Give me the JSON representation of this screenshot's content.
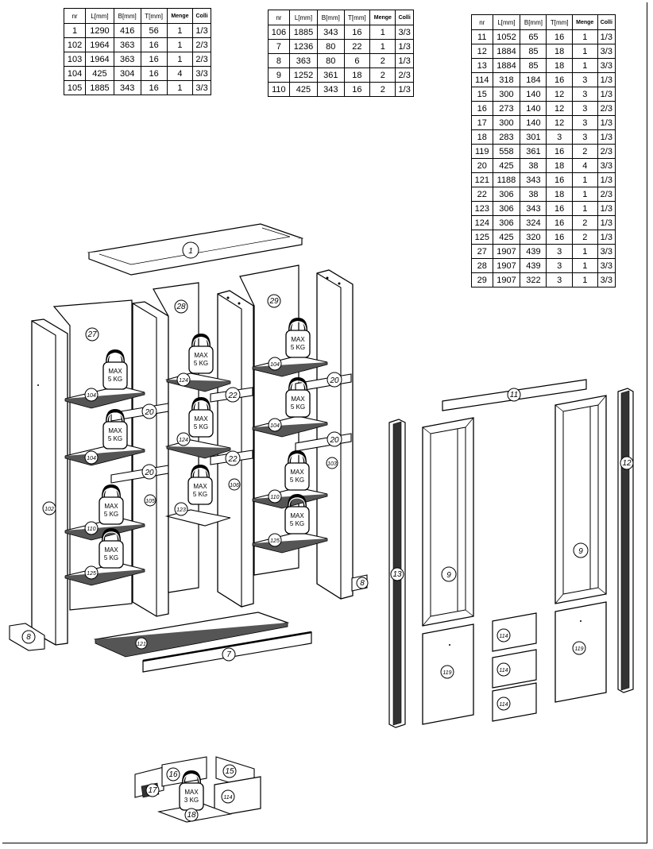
{
  "tables": [
    {
      "id": "table-left",
      "headers": [
        "nr",
        "L[mm]",
        "B[mm]",
        "T[mm]",
        "Menge",
        "Colli"
      ],
      "rows": [
        [
          "1",
          "1290",
          "416",
          "56",
          "1",
          "1/3"
        ],
        [
          "102",
          "1964",
          "363",
          "16",
          "1",
          "2/3"
        ],
        [
          "103",
          "1964",
          "363",
          "16",
          "1",
          "2/3"
        ],
        [
          "104",
          "425",
          "304",
          "16",
          "4",
          "3/3"
        ],
        [
          "105",
          "1885",
          "343",
          "16",
          "1",
          "3/3"
        ]
      ]
    },
    {
      "id": "table-middle",
      "headers": [
        "nr",
        "L[mm]",
        "B[mm]",
        "T[mm]",
        "Menge",
        "Colli"
      ],
      "rows": [
        [
          "106",
          "1885",
          "343",
          "16",
          "1",
          "3/3"
        ],
        [
          "7",
          "1236",
          "80",
          "22",
          "1",
          "1/3"
        ],
        [
          "8",
          "363",
          "80",
          "6",
          "2",
          "1/3"
        ],
        [
          "9",
          "1252",
          "361",
          "18",
          "2",
          "2/3"
        ],
        [
          "110",
          "425",
          "343",
          "16",
          "2",
          "1/3"
        ]
      ]
    },
    {
      "id": "table-right",
      "headers": [
        "nr",
        "L[mm]",
        "B[mm]",
        "T[mm]",
        "Menge",
        "Colli"
      ],
      "rows": [
        [
          "11",
          "1052",
          "65",
          "16",
          "1",
          "1/3"
        ],
        [
          "12",
          "1884",
          "85",
          "18",
          "1",
          "3/3"
        ],
        [
          "13",
          "1884",
          "85",
          "18",
          "1",
          "3/3"
        ],
        [
          "114",
          "318",
          "184",
          "16",
          "3",
          "1/3"
        ],
        [
          "15",
          "300",
          "140",
          "12",
          "3",
          "1/3"
        ],
        [
          "16",
          "273",
          "140",
          "12",
          "3",
          "2/3"
        ],
        [
          "17",
          "300",
          "140",
          "12",
          "3",
          "1/3"
        ],
        [
          "18",
          "283",
          "301",
          "3",
          "3",
          "1/3"
        ],
        [
          "119",
          "558",
          "361",
          "16",
          "2",
          "2/3"
        ],
        [
          "20",
          "425",
          "38",
          "18",
          "4",
          "3/3"
        ],
        [
          "121",
          "1188",
          "343",
          "16",
          "1",
          "1/3"
        ],
        [
          "22",
          "306",
          "38",
          "18",
          "1",
          "2/3"
        ],
        [
          "123",
          "306",
          "343",
          "16",
          "1",
          "1/3"
        ],
        [
          "124",
          "306",
          "324",
          "16",
          "2",
          "1/3"
        ],
        [
          "125",
          "425",
          "320",
          "16",
          "2",
          "1/3"
        ],
        [
          "27",
          "1907",
          "439",
          "3",
          "1",
          "3/3"
        ],
        [
          "28",
          "1907",
          "439",
          "3",
          "1",
          "3/3"
        ],
        [
          "29",
          "1907",
          "322",
          "3",
          "1",
          "3/3"
        ]
      ]
    }
  ],
  "callouts": {
    "c1": "1",
    "c27": "27",
    "c28": "28",
    "c29": "29",
    "c102": "102",
    "c103": "103",
    "c105": "105",
    "c106": "106",
    "c104a": "104",
    "c104b": "104",
    "c104c": "104",
    "c104d": "104",
    "c110a": "110",
    "c110b": "110",
    "c125a": "125",
    "c125b": "125",
    "c124a": "124",
    "c124b": "124",
    "c123": "123",
    "c20a": "20",
    "c20b": "20",
    "c20c": "20",
    "c20d": "20",
    "c22a": "22",
    "c22b": "22",
    "c8a": "8",
    "c8b": "8",
    "c7": "7",
    "c121": "121",
    "c11": "11",
    "c12": "12",
    "c13": "13",
    "c9a": "9",
    "c9b": "9",
    "c119a": "119",
    "c119b": "119",
    "c114a": "114",
    "c114b": "114",
    "c114c": "114",
    "c114d": "114",
    "c15": "15",
    "c16": "16",
    "c17": "17",
    "c18": "18"
  },
  "weights": {
    "max_label": "MAX",
    "load_5": "5 KG",
    "load_3": "3 KG"
  }
}
